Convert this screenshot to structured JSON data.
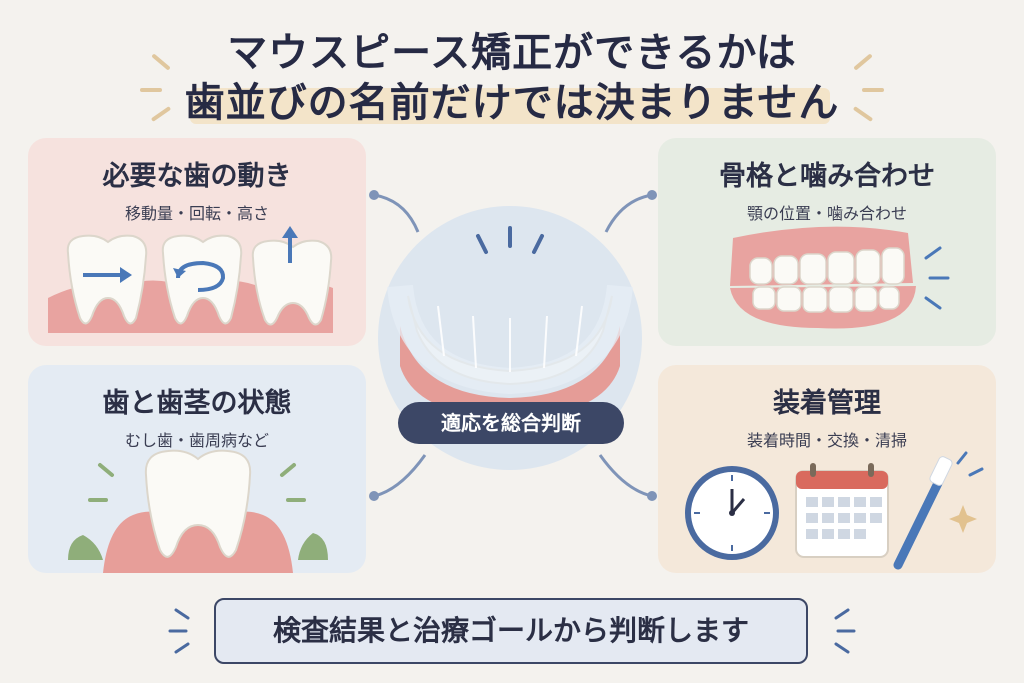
{
  "title": {
    "line1": "マウスピース矯正ができるかは",
    "line2": "歯並びの名前だけでは決まりません"
  },
  "cards": [
    {
      "title": "必要な歯の動き",
      "subtitle": "移動量・回転・高さ"
    },
    {
      "title": "歯と歯茎の状態",
      "subtitle": "むし歯・歯周病など"
    },
    {
      "title": "骨格と噛み合わせ",
      "subtitle": "顎の位置・噛み合わせ"
    },
    {
      "title": "装着管理",
      "subtitle": "装着時間・交換・清掃"
    }
  ],
  "center": {
    "label": "適応を総合判断"
  },
  "footer": {
    "text": "検査結果と治療ゴールから判断します"
  },
  "colors": {
    "navy": "#3c4766",
    "gum": "#e8a3a0",
    "accent_blue": "#4a78b8"
  }
}
